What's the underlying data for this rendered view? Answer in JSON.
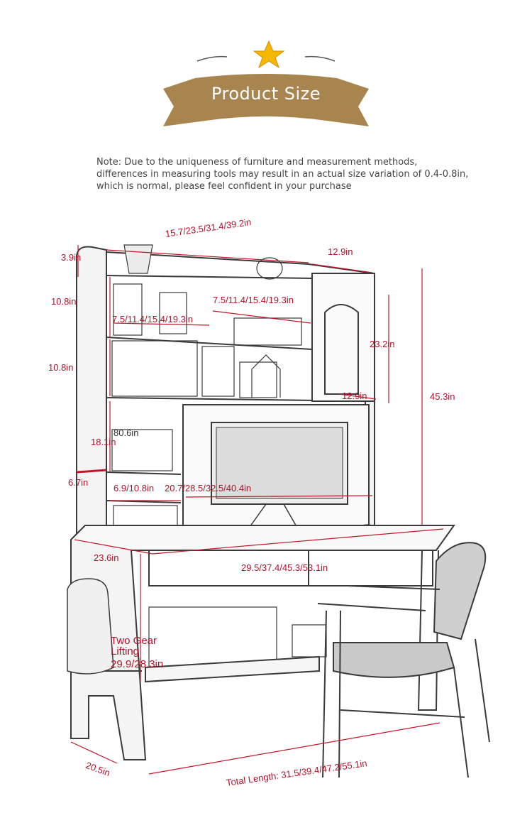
{
  "header": {
    "title": "Product Size"
  },
  "note": {
    "line1": "Note: Due to the uniqueness of furniture and measurement methods,",
    "line2": "differences in measuring tools may result in an actual size variation of 0.4-0.8in,",
    "line3": "which is normal, please feel confident in your purchase"
  },
  "dimensions": {
    "top_width": "15.7/23.5/31.4/39.2in",
    "top_depth": "12.9in",
    "top_offset": "3.9in",
    "shelf1_height": "10.8in",
    "shelf2_height": "10.8in",
    "inner_width_upper": "7.5/11.4/15.4/19.3in",
    "inner_width_left": "7.5/11.4/15.4/19.3in",
    "side_cabinet_height": "23.2in",
    "side_cabinet_depth": "12.9in",
    "total_height": "45.3in",
    "left_cubby_width": "80.6in",
    "lower_shelf_height": "18.1in",
    "gap_height": "6.7in",
    "small_cubby_width": "6.9/10.8in",
    "monitor_area_width": "20.7/28.5/32.5/40.4in",
    "desk_depth": "23.6in",
    "desk_width": "29.5/37.4/45.3/53.1in",
    "lift_label_1": "Two Gear",
    "lift_label_2": "Lifting",
    "lift_value": "29.9/28.3in",
    "base_depth": "20.5in",
    "total_length": "Total Length: 31.5/39.4/47.2/55.1in"
  },
  "colors": {
    "banner": "#a8854f",
    "dimension": "#b5122a",
    "sketch": "#3a3a3a",
    "star": "#f5b800"
  }
}
